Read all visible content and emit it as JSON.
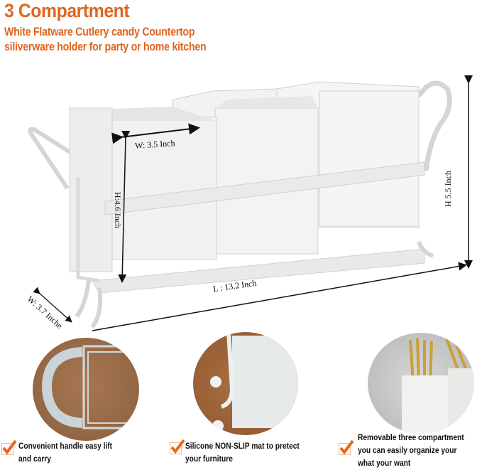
{
  "header": {
    "title": "3 Compartment",
    "subtitle_line1": "White Flatware Cutlery candy Countertop",
    "subtitle_line2": "siliverware  holder for party  or home kitchen",
    "accent_color": "#e0661f"
  },
  "dimensions": {
    "compartment_width": "W: 3.5 Inch",
    "compartment_height": "H:4.6 Inch",
    "total_length": "L : 13.2 Inch",
    "total_height": "H 5.5 Inch",
    "total_width": "W: 3.7 Inche"
  },
  "features": [
    {
      "icon": "orange-checkmark-icon",
      "line1": "Convenient handle  easy lift",
      "line2": "and carry",
      "line3": ""
    },
    {
      "icon": "orange-checkmark-icon",
      "line1": "Silicone NON-SLIP mat to pretect",
      "line2": "your  furniture",
      "line3": ""
    },
    {
      "icon": "orange-checkmark-icon",
      "line1": "Removable three compartment",
      "line2": "you can easily organize your",
      "line3": "what  your want"
    }
  ],
  "colors": {
    "check": "#e8661c",
    "product_white": "#eef0f0",
    "wood": "#9a6a45"
  }
}
